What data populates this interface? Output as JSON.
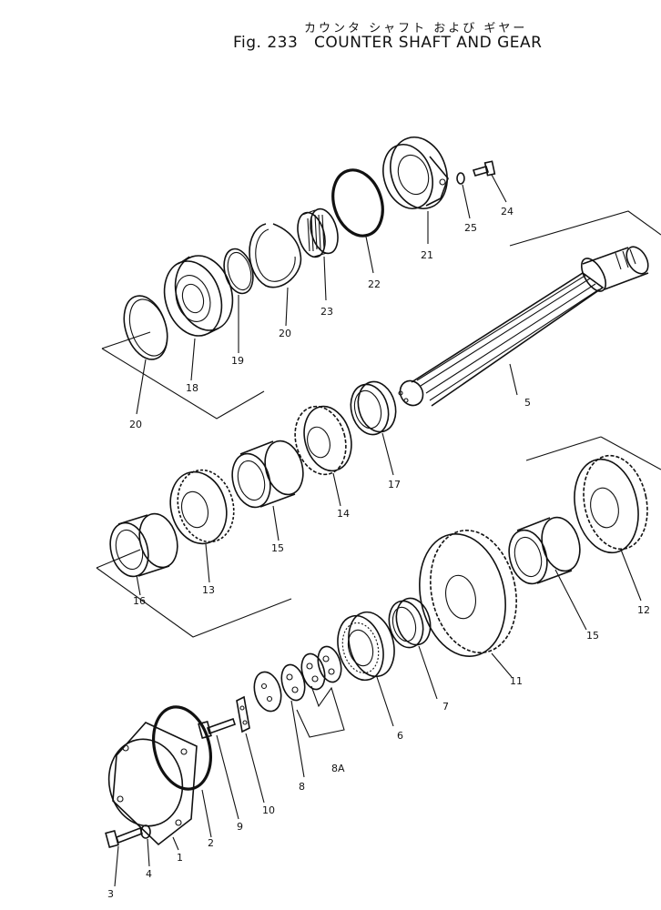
{
  "header": {
    "japanese_title": "カウンタ シャフト および ギヤー",
    "figure_number": "Fig. 233",
    "figure_title": "COUNTER SHAFT AND GEAR"
  },
  "callouts": {
    "c1": "1",
    "c2": "2",
    "c3": "3",
    "c4": "4",
    "c5": "5",
    "c6": "6",
    "c7": "7",
    "c8": "8",
    "c8a": "8A",
    "c9": "9",
    "c10": "10",
    "c11": "11",
    "c12": "12",
    "c13": "13",
    "c14": "14",
    "c15a": "15",
    "c15b": "15",
    "c16": "16",
    "c17": "17",
    "c18": "18",
    "c19": "19",
    "c20a": "20",
    "c20b": "20",
    "c21": "21",
    "c22": "22",
    "c23": "23",
    "c24": "24",
    "c25": "25"
  }
}
